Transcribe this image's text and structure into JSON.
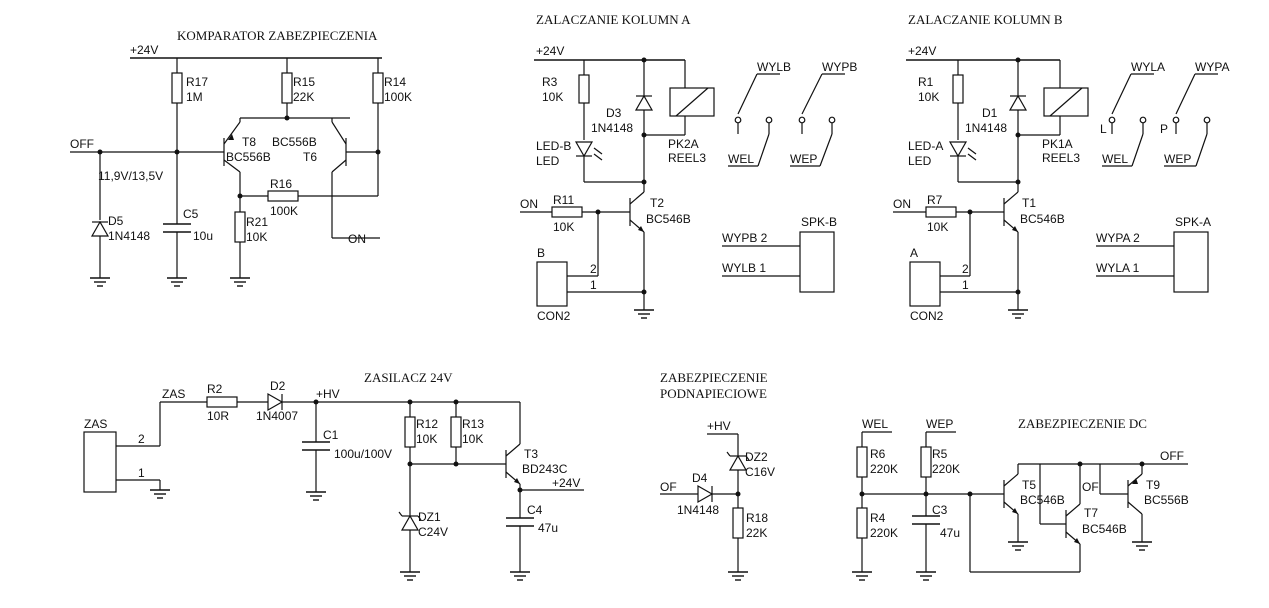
{
  "titles": {
    "komparator": "KOMPARATOR ZABEZPIECZENIA",
    "kol_a": "ZALACZANIE KOLUMN A",
    "kol_b": "ZALACZANIE KOLUMN B",
    "zasilacz": "ZASILACZ 24V",
    "podnap_1": "ZABEZPIECZENIE",
    "podnap_2": "PODNAPIECIOWE",
    "dc": "ZABEZPIECZENIE DC"
  },
  "comp": {
    "p24": "+24V",
    "off": "OFF",
    "on": "ON",
    "vth": "11,9V/13,5V",
    "r17": "R17",
    "r17v": "1M",
    "r15": "R15",
    "r15v": "22K",
    "r14": "R14",
    "r14v": "100K",
    "t8": "T8",
    "t8v": "BC556B",
    "t6v": "BC556B",
    "t6": "T6",
    "r16": "R16",
    "r16v": "100K",
    "r21": "R21",
    "r21v": "10K",
    "d5": "D5",
    "d5v": "1N4148",
    "c5": "C5",
    "c5v": "10u"
  },
  "ka": {
    "p24": "+24V",
    "r3": "R3",
    "r3v": "10K",
    "d3": "D3",
    "d3v": "1N4148",
    "pk": "PK2A",
    "reel": "REEL3",
    "led1": "LED-B",
    "led2": "LED",
    "wylb": "WYLB",
    "wypb": "WYPB",
    "wel": "WEL",
    "wep": "WEP",
    "on": "ON",
    "r11": "R11",
    "r11v": "10K",
    "t2": "T2",
    "t2v": "BC546B",
    "b": "B",
    "con": "CON2",
    "pin2": "2",
    "pin1": "1",
    "spk": "SPK-B",
    "s2": "WYPB  2",
    "s1": "WYLB  1"
  },
  "kb": {
    "p24": "+24V",
    "r1": "R1",
    "r1v": "10K",
    "d1": "D1",
    "d1v": "1N4148",
    "pk": "PK1A",
    "reel": "REEL3",
    "led1": "LED-A",
    "led2": "LED",
    "wyla": "WYLA",
    "wypa": "WYPA",
    "l": "L",
    "p": "P",
    "wel": "WEL",
    "wep": "WEP",
    "on": "ON",
    "r7": "R7",
    "r7v": "10K",
    "t1": "T1",
    "t1v": "BC546B",
    "a": "A",
    "con": "CON2",
    "pin2": "2",
    "pin1": "1",
    "spk": "SPK-A",
    "s2": "WYPA  2",
    "s1": "WYLA  1"
  },
  "zas": {
    "zas_box": "ZAS",
    "zas_net": "ZAS",
    "pin2": "2",
    "pin1": "1",
    "r2": "R2",
    "r2v": "10R",
    "d2": "D2",
    "d2v": "1N4007",
    "hv": "+HV",
    "c1": "C1",
    "c1v": "100u/100V",
    "r12": "R12",
    "r12v": "10K",
    "r13": "R13",
    "r13v": "10K",
    "t3": "T3",
    "t3v": "BD243C",
    "p24": "+24V",
    "c4": "C4",
    "c4v": "47u",
    "dz1": "DZ1",
    "dz1v": "C24V"
  },
  "pod": {
    "hv": "+HV",
    "dz2": "DZ2",
    "dz2v": "C16V",
    "of": "OF",
    "d4": "D4",
    "d4v": "1N4148",
    "r18": "R18",
    "r18v": "22K"
  },
  "dc": {
    "wel": "WEL",
    "wep": "WEP",
    "r6": "R6",
    "r6v": "220K",
    "r5": "R5",
    "r5v": "220K",
    "r4": "R4",
    "r4v": "220K",
    "c3": "C3",
    "c3v": "47u",
    "t5": "T5",
    "t5v": "BC546B",
    "t7": "T7",
    "t7v": "BC546B",
    "t9": "T9",
    "t9v": "BC556B",
    "of": "OF",
    "off": "OFF"
  }
}
